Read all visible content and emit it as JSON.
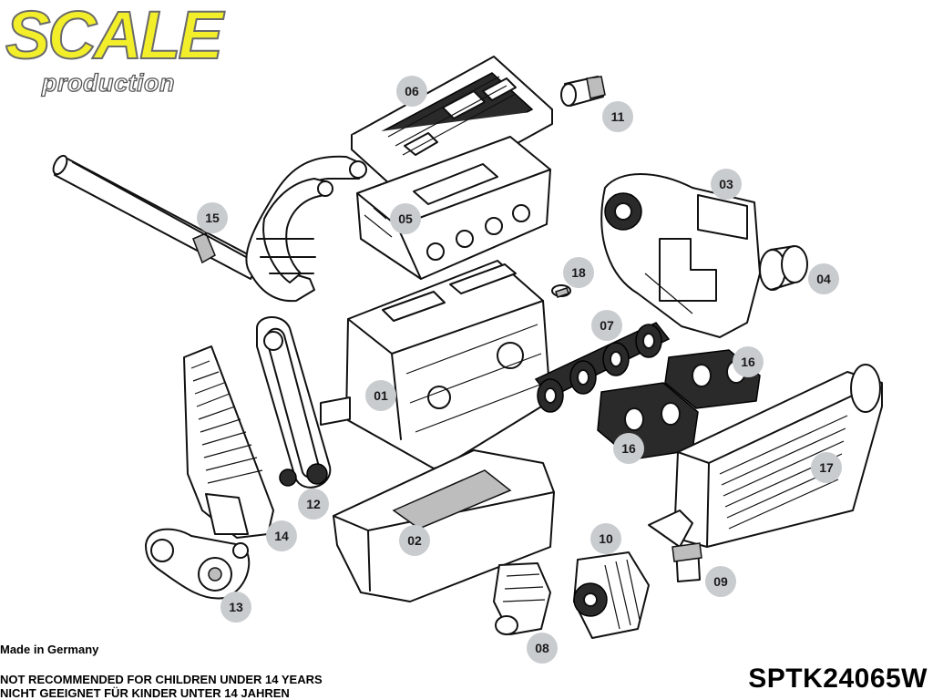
{
  "logo": {
    "word": "SCALE",
    "sub": "production",
    "colors": {
      "fill": "#f2ee2a",
      "outline": "#6a6a6a"
    }
  },
  "parts": [
    {
      "id": "01",
      "label": "01"
    },
    {
      "id": "02",
      "label": "02"
    },
    {
      "id": "03",
      "label": "03"
    },
    {
      "id": "04",
      "label": "04"
    },
    {
      "id": "05",
      "label": "05"
    },
    {
      "id": "06",
      "label": "06"
    },
    {
      "id": "07",
      "label": "07"
    },
    {
      "id": "08",
      "label": "08"
    },
    {
      "id": "09",
      "label": "09"
    },
    {
      "id": "10",
      "label": "10"
    },
    {
      "id": "11",
      "label": "11"
    },
    {
      "id": "12",
      "label": "12"
    },
    {
      "id": "13",
      "label": "13"
    },
    {
      "id": "14",
      "label": "14"
    },
    {
      "id": "15",
      "label": "15"
    },
    {
      "id": "16a",
      "label": "16"
    },
    {
      "id": "16b",
      "label": "16"
    },
    {
      "id": "17",
      "label": "17"
    },
    {
      "id": "18",
      "label": "18"
    }
  ],
  "footer": {
    "made_in": "Made in Germany",
    "warning_en": "NOT RECOMMENDED FOR CHILDREN UNDER 14 YEARS",
    "warning_de": "NICHT GEEIGNET FÜR KINDER UNTER  14 JAHREN",
    "article_code": "SPTK24065W"
  },
  "colors": {
    "label_circle": "#c9cccf",
    "line": "#111111",
    "background": "#ffffff"
  }
}
